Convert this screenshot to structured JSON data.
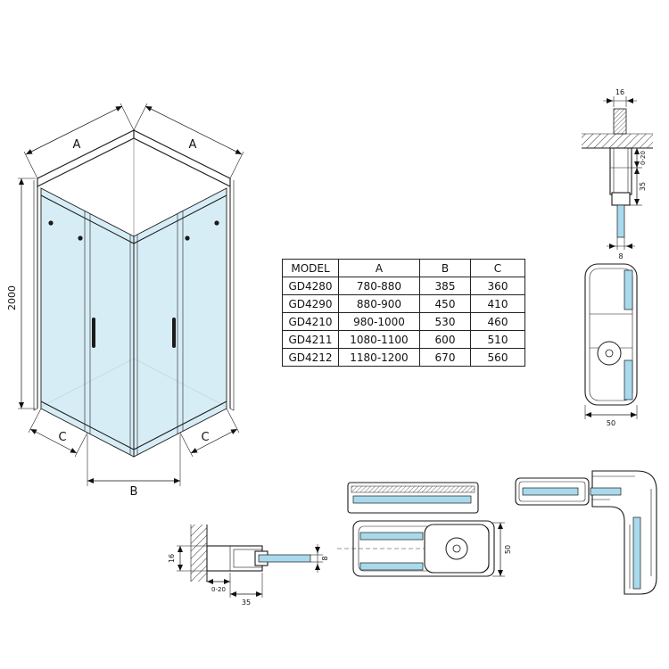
{
  "colors": {
    "line": "#1a1a1a",
    "glass_fill": "#cde9f4",
    "glass_detail": "#a9d9ec"
  },
  "table": {
    "headers": [
      "MODEL",
      "A",
      "B",
      "C"
    ],
    "rows": [
      [
        "GD4280",
        "780-880",
        "385",
        "360"
      ],
      [
        "GD4290",
        "880-900",
        "450",
        "410"
      ],
      [
        "GD4210",
        "980-1000",
        "530",
        "460"
      ],
      [
        "GD4211",
        "1080-1100",
        "600",
        "510"
      ],
      [
        "GD4212",
        "1180-1200",
        "670",
        "560"
      ]
    ]
  },
  "drawing": {
    "main_view": {
      "dim_width_left": "A",
      "dim_width_right": "A",
      "dim_height": "2000",
      "dim_door_left": "C",
      "dim_entry": "B",
      "dim_door_right": "C"
    },
    "wall_profile_section_top": {
      "dim_profile_width": "16",
      "dim_adjustment": "0-20",
      "dim_profile_depth": "35",
      "dim_glass_thickness": "8"
    },
    "roller_profile_section": {
      "dim_profile_width": "50"
    },
    "wall_profile_section_bottom": {
      "dim_profile_width": "16",
      "dim_adjustment": "0-20",
      "dim_profile_depth": "35",
      "dim_glass_thickness": "8"
    },
    "door_profile_section": {
      "dim_profile_height": "50"
    }
  }
}
